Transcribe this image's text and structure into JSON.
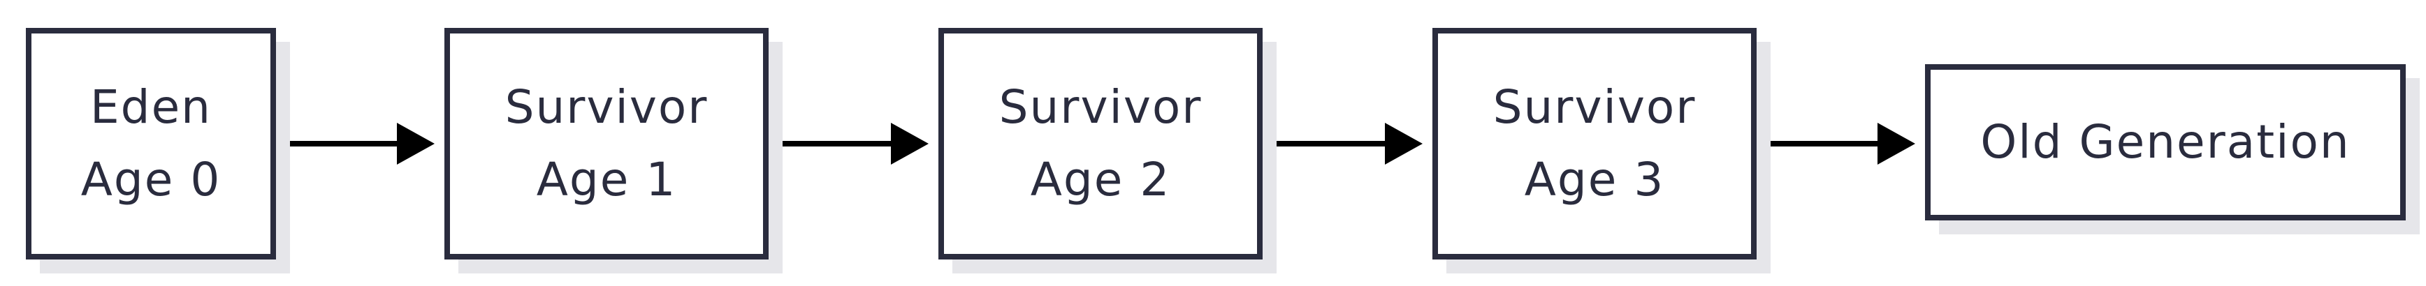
{
  "diagram": {
    "nodes": [
      {
        "id": "eden",
        "lines": [
          "Eden",
          "Age 0"
        ]
      },
      {
        "id": "survivor-1",
        "lines": [
          "Survivor",
          "Age 1"
        ]
      },
      {
        "id": "survivor-2",
        "lines": [
          "Survivor",
          "Age 2"
        ]
      },
      {
        "id": "survivor-3",
        "lines": [
          "Survivor",
          "Age 3"
        ]
      },
      {
        "id": "old-generation",
        "lines": [
          "Old Generation"
        ]
      }
    ],
    "edges": [
      {
        "from": "eden",
        "to": "survivor-1"
      },
      {
        "from": "survivor-1",
        "to": "survivor-2"
      },
      {
        "from": "survivor-2",
        "to": "survivor-3"
      },
      {
        "from": "survivor-3",
        "to": "old-generation"
      }
    ],
    "colors": {
      "border": "#2a2c3e",
      "text": "#2a2c3e",
      "shadow": "#e6e6ea",
      "arrow": "#000000",
      "background": "#ffffff"
    }
  }
}
